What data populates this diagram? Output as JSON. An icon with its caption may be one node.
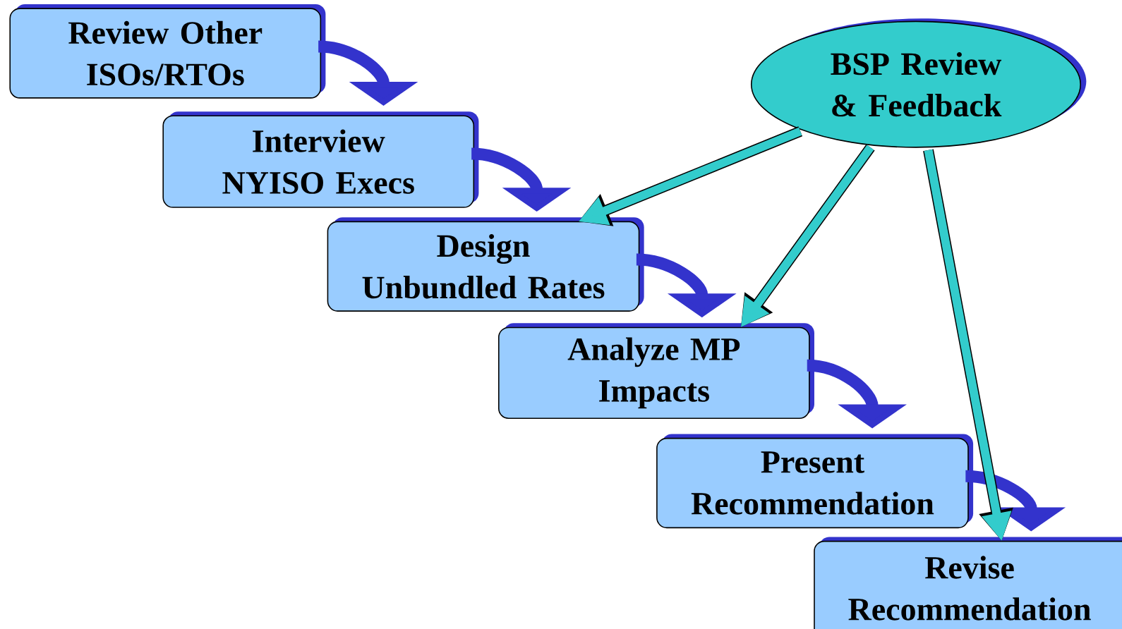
{
  "diagram": {
    "nodes": [
      {
        "text": [
          "Review Other ISOs/RTOs"
        ]
      },
      {
        "text": [
          "Interview NYISO Execs"
        ]
      },
      {
        "text": [
          "Design Unbundled Rates"
        ]
      },
      {
        "text": [
          "Analyze MP Impacts"
        ]
      },
      {
        "text": [
          "Present Recommendation"
        ]
      },
      {
        "text": [
          "Revise Recommendation"
        ]
      },
      {
        "text": [
          "BSP Review & Feedback"
        ]
      }
    ],
    "edges": [
      {
        "from": 0,
        "to": 1,
        "arrow": "to"
      },
      {
        "from": 1,
        "to": 2,
        "arrow": "to"
      },
      {
        "from": 2,
        "to": 3,
        "arrow": "to"
      },
      {
        "from": 3,
        "to": 4,
        "arrow": "to"
      },
      {
        "from": 4,
        "to": 5,
        "arrow": "to"
      },
      {
        "from": 6,
        "to": 2,
        "arrow": "to",
        "color": "#33cccc"
      },
      {
        "from": 6,
        "to": 3,
        "arrow": "to",
        "color": "#33cccc"
      },
      {
        "from": 6,
        "to": 5,
        "arrow": "to",
        "color": "#33cccc"
      }
    ]
  }
}
